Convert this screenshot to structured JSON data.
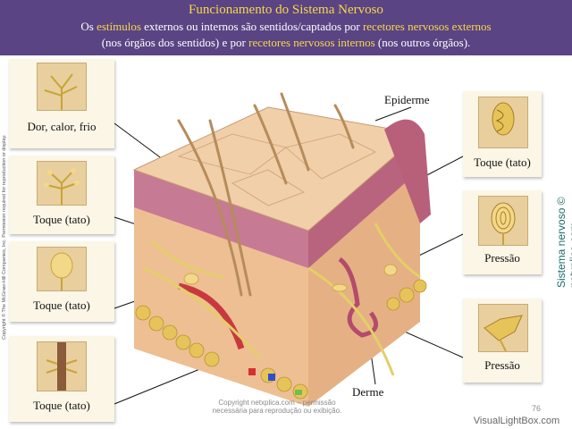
{
  "header": {
    "title": "Funcionamento do Sistema Nervoso",
    "line1_a": "Os ",
    "line1_hl1": "estímulos",
    "line1_b": " externos ou internos são sentidos/captados por ",
    "line1_hl2": "recetores nervosos externos",
    "line2_a": "(nos órgãos dos sentidos) e por ",
    "line2_hl": "recetores nervosos internos",
    "line2_b": " (nos outros órgãos)."
  },
  "left_cards": [
    {
      "label": "Dor, calor, frio"
    },
    {
      "label": "Toque (tato)"
    },
    {
      "label": "Toque (tato)"
    },
    {
      "label": "Toque (tato)"
    }
  ],
  "right_cards": [
    {
      "label": "Toque (tato)"
    },
    {
      "label": "Pressão"
    },
    {
      "label": "Pressão"
    }
  ],
  "diagram": {
    "epiderme": "Epiderme",
    "derme": "Derme"
  },
  "side_texts": {
    "left_copyright": "Copyright © The McGraw-Hill Companies, Inc. Permission required for reproduction or display.",
    "right_brand": "Sistema nervoso  © netxplica.com"
  },
  "footer": {
    "copyright_line1": "Copyright netxplica.com – permissão",
    "copyright_line2": "necessária para reprodução ou exibição.",
    "page_number": "76",
    "watermark": "VisualLightBox.com"
  },
  "colors": {
    "header_bg": "#5a4483",
    "highlight": "#f6d84a",
    "card_bg": "#fbf6e6",
    "skin": "#f0c99e",
    "dermis": "#e7b88a",
    "epidermis": "#c67a8e",
    "nerve": "#e6d36a",
    "fat": "#e7c45a"
  }
}
